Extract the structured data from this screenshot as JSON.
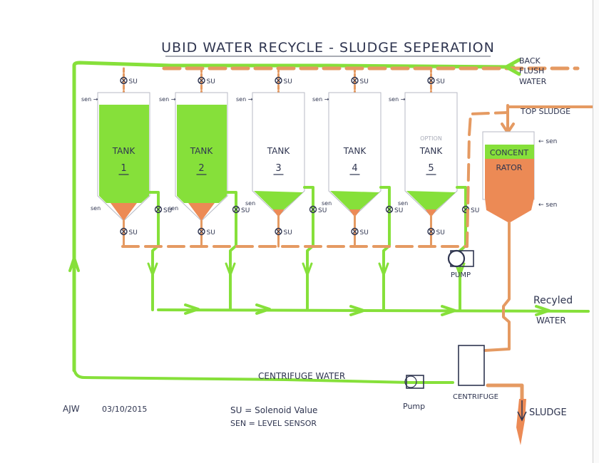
{
  "title": "UBID WATER RECYCLE - SLUDGE SEPERATION",
  "colors": {
    "water_line": "#86e03a",
    "sludge_line": "#e59a62",
    "tank_fill_green": "#86e03a",
    "sludge_fill": "#ec8a55",
    "ink": "#2f3550"
  },
  "labels": {
    "back_flush_water": [
      "BACK",
      "FLUSH",
      "WATER"
    ],
    "top_sludge": "TOP SLUDGE",
    "recycled_water": [
      "Recyled",
      "WATER"
    ],
    "centrifuge_water": "CENTRIFUGE WATER",
    "pump_top": "PUMP",
    "pump_bottom": "Pump",
    "centrifuge": "CENTRIFUGE",
    "sludge": "SLUDGE",
    "concentrator": [
      "CONCENT",
      "RATOR"
    ],
    "sen_label": "sen",
    "su_label": "SU"
  },
  "tanks": [
    {
      "name": "TANK",
      "number": "1",
      "note": "",
      "fill": "full"
    },
    {
      "name": "TANK",
      "number": "2",
      "note": "",
      "fill": "full"
    },
    {
      "name": "TANK",
      "number": "3",
      "note": "",
      "fill": "cone"
    },
    {
      "name": "TANK",
      "number": "4",
      "note": "",
      "fill": "cone"
    },
    {
      "name": "TANK",
      "number": "5",
      "note": "OPTION",
      "fill": "cone"
    }
  ],
  "legend": {
    "author": "AJW",
    "date": "03/10/2015",
    "entries": [
      "SU = Solenoid Value",
      "SEN = LEVEL SENSOR"
    ]
  }
}
